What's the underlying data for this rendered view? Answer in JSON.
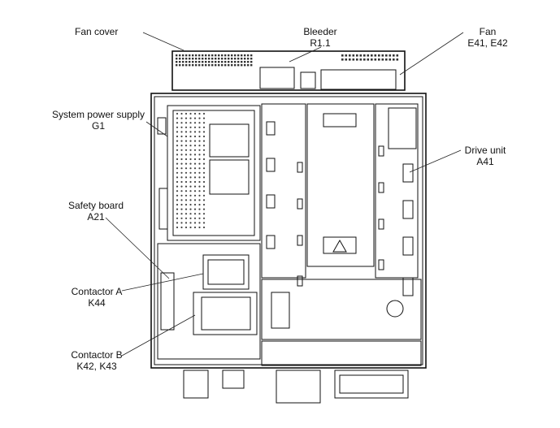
{
  "labels": {
    "fan_cover": "Fan cover",
    "bleeder_name": "Bleeder",
    "bleeder_id": "R1.1",
    "fan_name": "Fan",
    "fan_id": "E41, E42",
    "sps_name": "System power supply",
    "sps_id": "G1",
    "drive_name": "Drive unit",
    "drive_id": "A41",
    "safety_name": "Safety board",
    "safety_id": "A21",
    "contA_name": "Contactor A",
    "contA_id": "K44",
    "contB_name": "Contactor B",
    "contB_id": "K42, K43"
  }
}
